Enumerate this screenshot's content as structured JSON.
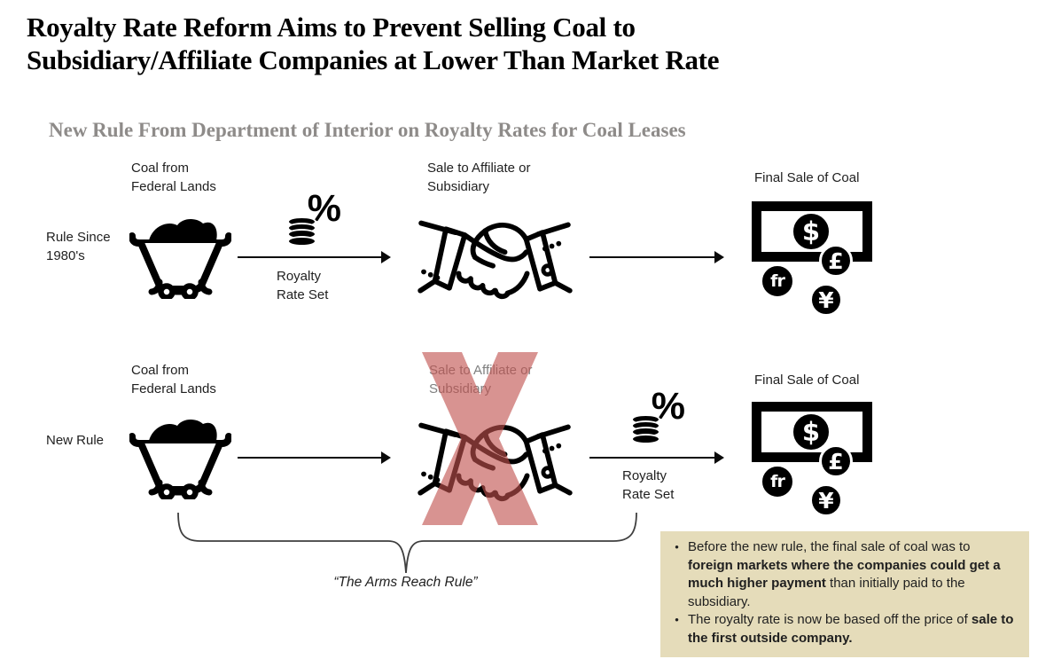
{
  "slide": {
    "title": "Royalty Rate Reform Aims to Prevent Selling Coal to\nSubsidiary/Affiliate Companies at Lower Than Market Rate",
    "subtitle": "New Rule From Department of Interior on Royalty Rates for Coal Leases"
  },
  "rows": {
    "old": {
      "row_label": "Rule Since 1980's",
      "coal_label": "Coal from Federal Lands",
      "royalty_label": "Royalty Rate Set",
      "sale_label": "Sale to Affiliate or Subsidiary",
      "final_label": "Final Sale of Coal"
    },
    "new": {
      "row_label": "New Rule",
      "coal_label": "Coal from Federal Lands",
      "royalty_label": "Royalty Rate Set",
      "sale_label": "Sale to Affiliate or Subsidiary",
      "final_label": "Final Sale of Coal"
    }
  },
  "icons": {
    "percent": "%",
    "currencies": {
      "dollar": "$",
      "pound": "£",
      "franc": "fr",
      "yen": "¥"
    }
  },
  "brace_label": "“The Arms Reach Rule”",
  "callout": {
    "bullet_char": "•",
    "bullets": [
      {
        "segments": [
          {
            "text": "Before the new rule, the final sale of coal was to ",
            "bold": false
          },
          {
            "text": "foreign markets where the companies could get a much higher payment",
            "bold": true
          },
          {
            "text": " than initially paid to the subsidiary.",
            "bold": false
          }
        ]
      },
      {
        "segments": [
          {
            "text": "The royalty rate is now be based off the price of ",
            "bold": false
          },
          {
            "text": "sale to the first outside company.",
            "bold": true
          }
        ]
      }
    ]
  },
  "colors": {
    "x_overlay": "#c0504d",
    "callout_bg": "#e5dcba",
    "subtitle": "#8e8b89",
    "muted_label": "#7f7f7f"
  }
}
